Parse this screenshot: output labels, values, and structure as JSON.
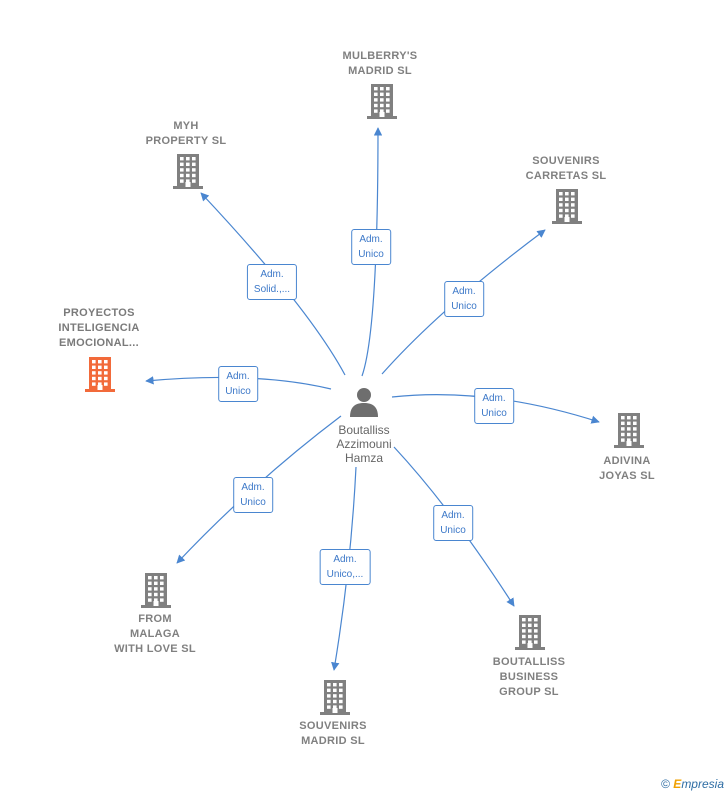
{
  "center": {
    "name_lines": [
      "Boutalliss",
      "Azzimouni",
      "Hamza"
    ],
    "icon": "person-icon"
  },
  "companies": [
    {
      "id": "mulberrys",
      "lines": [
        "MULBERRY'S",
        "MADRID  SL"
      ],
      "highlight": false,
      "badge": [
        "Adm.",
        "Unico"
      ]
    },
    {
      "id": "myh",
      "lines": [
        "MYH",
        "PROPERTY  SL"
      ],
      "highlight": false,
      "badge": [
        "Adm.",
        "Solid.,..."
      ]
    },
    {
      "id": "souvenirs-carretas",
      "lines": [
        "SOUVENIRS",
        "CARRETAS  SL"
      ],
      "highlight": false,
      "badge": [
        "Adm.",
        "Unico"
      ]
    },
    {
      "id": "proyectos",
      "lines": [
        "PROYECTOS",
        "INTELIGENCIA",
        "EMOCIONAL..."
      ],
      "highlight": true,
      "badge": [
        "Adm.",
        "Unico"
      ]
    },
    {
      "id": "adivina",
      "lines": [
        "ADIVINA",
        "JOYAS  SL"
      ],
      "highlight": false,
      "badge": [
        "Adm.",
        "Unico"
      ]
    },
    {
      "id": "from-malaga",
      "lines": [
        "FROM",
        "MALAGA",
        "WITH LOVE  SL"
      ],
      "highlight": false,
      "badge": [
        "Adm.",
        "Unico"
      ]
    },
    {
      "id": "souvenirs-madrid",
      "lines": [
        "SOUVENIRS",
        "MADRID  SL"
      ],
      "highlight": false,
      "badge": [
        "Adm.",
        "Unico,..."
      ]
    },
    {
      "id": "boutalliss-business",
      "lines": [
        "BOUTALLISS",
        "BUSINESS",
        "GROUP  SL"
      ],
      "highlight": false,
      "badge": [
        "Adm.",
        "Unico"
      ]
    }
  ],
  "colors": {
    "building": "#808080",
    "building_highlight": "#f26a3a",
    "person": "#6e6e6e",
    "edge": "#4a86d0"
  },
  "footer": {
    "copyright_symbol": "©",
    "brand_initial": "E",
    "brand_rest": "mpresia"
  }
}
